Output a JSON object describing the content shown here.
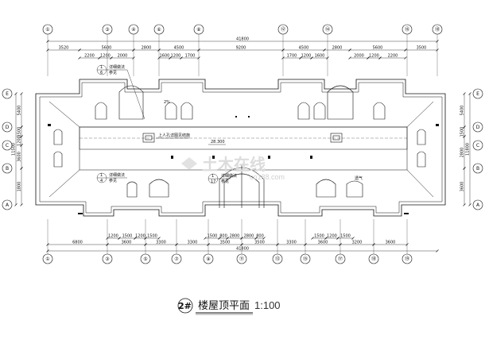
{
  "drawing": {
    "top_axes": [
      "①",
      "③",
      "④",
      "⑥",
      "⑧",
      "⑫",
      "⑭",
      "⑯",
      "⑱"
    ],
    "bottom_axes": [
      "①",
      "③",
      "⑤",
      "⑦",
      "⑨",
      "⑪",
      "⑬",
      "⑮",
      "⑰",
      "⑱",
      "⑲"
    ],
    "left_axes": [
      "E",
      "D",
      "C",
      "B",
      "A"
    ],
    "right_axes": [
      "E",
      "D",
      "C",
      "B",
      "A"
    ],
    "top_overall": "41800",
    "top_row_1": [
      "3520",
      "5600",
      "2800",
      "4500",
      "9200",
      "4500",
      "2800",
      "5600",
      "3500"
    ],
    "top_row_2": [
      "2200",
      "1200",
      "2000",
      "1600",
      "1200",
      "1700",
      "1700",
      "1200",
      "1600",
      "2000",
      "1200",
      "2200"
    ],
    "bottom_row_1": [
      "6800",
      "3600",
      "3300",
      "3300",
      "3500",
      "3500",
      "3300",
      "3600",
      "3200",
      "3600"
    ],
    "bottom_row_2": [
      "1200",
      "1500",
      "1200",
      "1500",
      "1500",
      "800",
      "2800",
      "2800",
      "800",
      "1500",
      "1200",
      "1500"
    ],
    "bottom_overall": "41800",
    "left_dims": [
      "5400",
      "1500",
      "1200",
      "3600",
      "1800"
    ],
    "left_total": "11500",
    "right_dims": [
      "5400",
      "1500",
      "2800",
      "3600"
    ],
    "right_total": "11800",
    "notes": {
      "detail_a_num": "1",
      "detail_a_den": "6",
      "detail_a_label": "详细做法",
      "detail_a_sub": "参见",
      "roof_hatch": "上人孔详图见结施",
      "elevation": "28.300",
      "detail_b_num": "1",
      "detail_b_den": "4",
      "detail_b_label": "详细做法",
      "detail_b_sub": "参见",
      "detail_c_num": "1",
      "detail_c_den": "17",
      "detail_c_label": "详细做法",
      "detail_c_sub": "参见",
      "vent": "透气",
      "slope": "2%"
    },
    "watermark": {
      "text": "土木在线",
      "url": "co188.com"
    },
    "title": {
      "number": "2#",
      "name": "楼屋顶平面",
      "scale": "1:100"
    }
  }
}
